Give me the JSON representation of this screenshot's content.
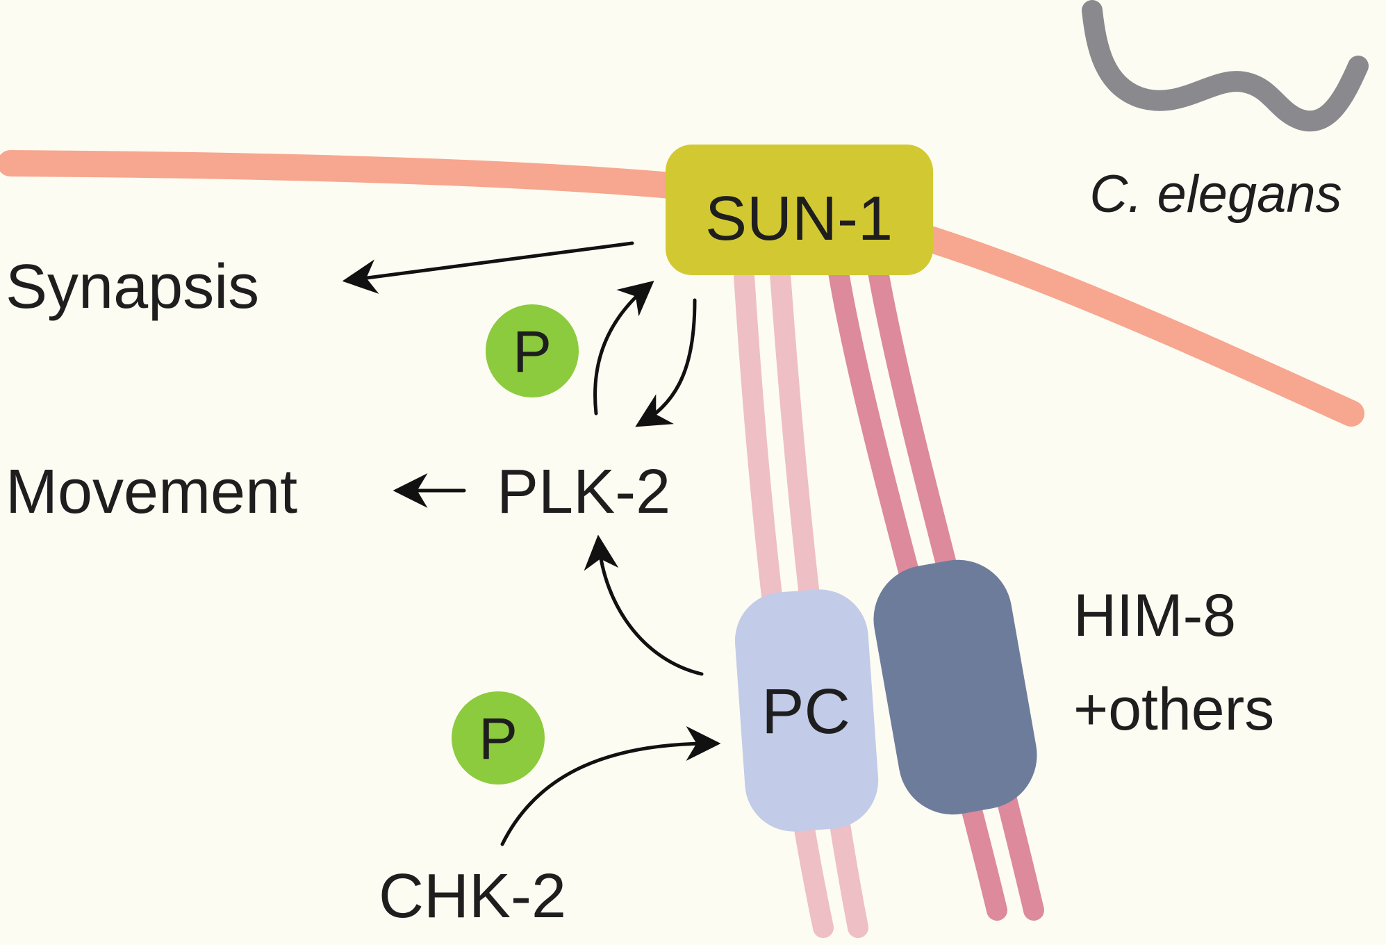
{
  "organism": {
    "name": "C. elegans"
  },
  "nodes": {
    "sun1": "SUN-1",
    "plk2": "PLK-2",
    "pc": "PC",
    "chk2": "CHK-2",
    "him8_line1": "HIM-8",
    "him8_line2": "+others"
  },
  "outcomes": {
    "synapsis": "Synapsis",
    "movement": "Movement"
  },
  "phospho": {
    "p1": "P",
    "p2": "P"
  },
  "colors": {
    "background": "#fdfcf2",
    "nuclear_envelope": "#f7a68f",
    "sun1_box": "#d2c932",
    "chromosome_light": "#eebfc5",
    "chromosome_dark": "#dc8a9c",
    "pc_box": "#c2cbe8",
    "him8_box": "#6e7c9c",
    "phospho_circle": "#8ccb3e",
    "worm": "#8a8a8e",
    "arrow": "#111111"
  }
}
